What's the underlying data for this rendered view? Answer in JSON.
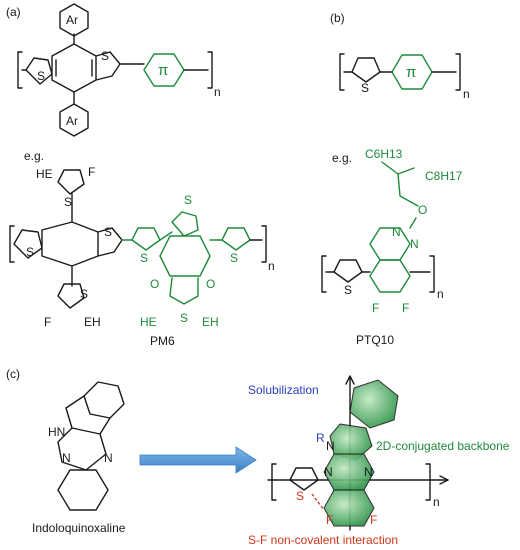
{
  "panels": {
    "a": "(a)",
    "b": "(b)",
    "c": "(c)"
  },
  "atoms": {
    "ar": "Ar",
    "pi": "π",
    "s": "S",
    "n": "N",
    "o": "O",
    "f": "F",
    "hn": "HN",
    "r": "R",
    "he": "HE",
    "eh": "EH"
  },
  "subscript_n": "n",
  "eg_label": "e.g.",
  "side_chain": {
    "c6h13": "C6H13",
    "c8h17": "C8H17"
  },
  "names": {
    "pm6": "PM6",
    "ptq10": "PTQ10",
    "indoloquinoxaline": "Indoloquinoxaline"
  },
  "annotations": {
    "solubilization": "Solubilization",
    "backbone": "2D-conjugated backbone",
    "sf_interaction": "S-F non-covalent interaction"
  },
  "colors": {
    "black": "#1a1a1a",
    "green": "#1e8a3a",
    "blue": "#2b3fbf",
    "red": "#d2361b",
    "arrow": "#4a90d9"
  }
}
